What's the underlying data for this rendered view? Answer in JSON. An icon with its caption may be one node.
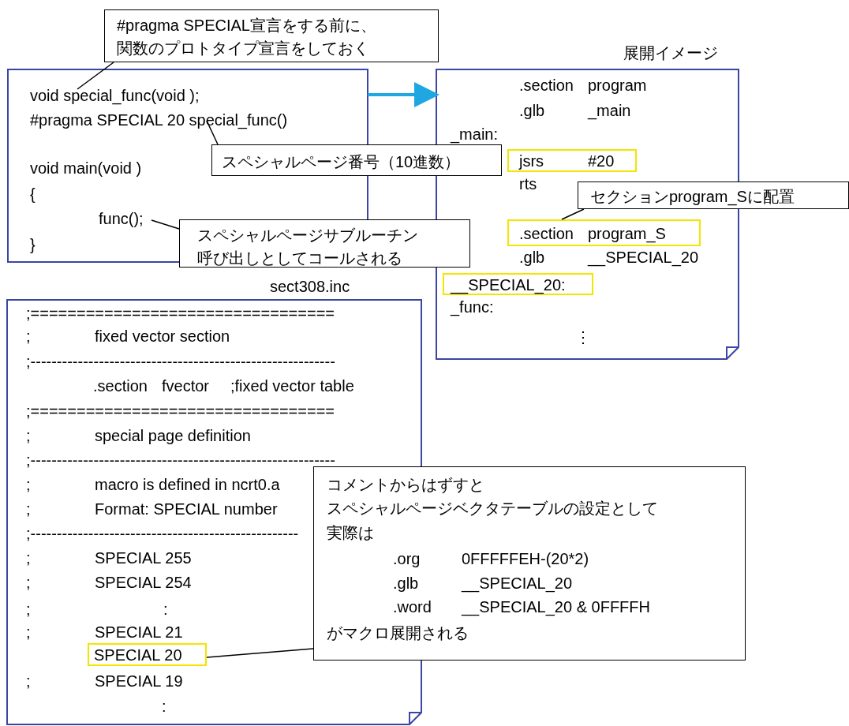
{
  "diagram": {
    "nodes": [
      {
        "text": [
          "void special_func(void );",
          "#pragma SPECIAL 20 special_func()",
          "void main(void )",
          "{",
          "func();",
          "}"
        ]
      },
      {
        "text": [
          ".section\tprogram",
          ".glb\t_main",
          "_main:",
          "rts",
          ".glb\t__SPECIAL_20",
          "_func:",
          "⋮"
        ],
        "beside": [
          "展開イメージ"
        ]
      },
      {
        "text": [
          "jsrs\t#20"
        ],
        "in": 1
      },
      {
        "text": [
          ".section\tprogram_S"
        ],
        "in": 1
      },
      {
        "text": [
          "__SPECIAL_20:"
        ],
        "in": 1
      },
      {
        "text": [
          ";=================================",
          ";\tfixed vector section",
          ";----------------------------------------------------------",
          ".section\tfvector\t;fixed vector table",
          ";=================================",
          ";\tspecial page definition",
          ";----------------------------------------------------------",
          ";\tmacro is defined in ncrt0.a",
          ";\tFormat: SPECIAL number",
          ";---------------------------------------------------",
          ";\tSPECIAL 255",
          ";\tSPECIAL 254",
          ";\t\t:",
          ";\tSPECIAL 21",
          ";\tSPECIAL 19",
          ":"
        ],
        "beside": [
          "sect308.inc"
        ]
      },
      {
        "text": [
          "SPECIAL 20"
        ],
        "in": 5
      },
      {
        "text": [
          "#pragma SPECIAL宣言をする前に、関数のプロトタイプ宣言をしておく"
        ]
      },
      {
        "text": [
          "スペシャルページ番号（10進数）"
        ]
      },
      {
        "text": [
          "スペシャルページサブルーチン呼び出しとしてコールされる"
        ]
      },
      {
        "text": [
          "セクションprogram_Sに配置"
        ]
      },
      {
        "text": [
          "コメントからはずすと",
          "スペシャルページベクタテーブルの設定として",
          "実際は",
          ".org\t0FFFFFEH-(20*2)",
          ".glb\t__SPECIAL_20",
          ".word\t__SPECIAL_20 & 0FFFFH",
          "がマクロ展開される"
        ]
      }
    ],
    "edges": [
      {
        "from": 0,
        "to": 1,
        "arrow": "to",
        "style": "thick",
        "color": "#1ea7e1"
      },
      {
        "from": 7,
        "to": 0,
        "arrow": "none"
      },
      {
        "from": 8,
        "to": 0,
        "arrow": "none"
      },
      {
        "from": 9,
        "to": 0,
        "arrow": "none"
      },
      {
        "from": 10,
        "to": 3,
        "arrow": "none"
      },
      {
        "from": 11,
        "to": 6,
        "arrow": "none"
      }
    ]
  }
}
